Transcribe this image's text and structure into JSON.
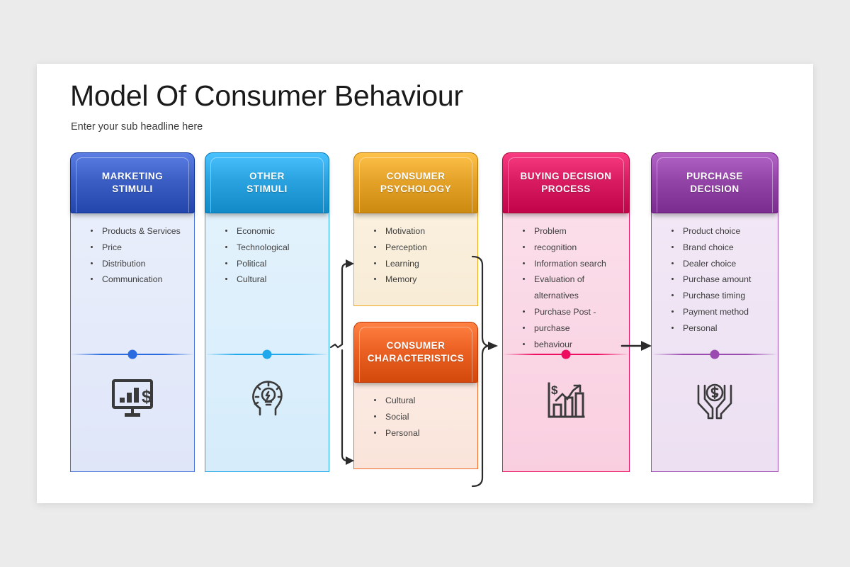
{
  "slide": {
    "title": "Model Of Consumer Behaviour",
    "subtitle": "Enter your sub headline here"
  },
  "columns": [
    {
      "id": "marketing-stimuli",
      "header": "MARKETING\nSTIMULI",
      "header_color": "#3b5fc4",
      "border_color": "#4a74d8",
      "body_top": "#e9eefb",
      "body_bottom": "#dfe6f8",
      "accent": "#2a6ce0",
      "icon": "monitor-chart-dollar-icon",
      "items": [
        {
          "text": "Products & Services",
          "bullet": true
        },
        {
          "text": "Price",
          "bullet": true
        },
        {
          "text": "Distribution",
          "bullet": true
        },
        {
          "text": "Communication",
          "bullet": true
        }
      ]
    },
    {
      "id": "other-stimuli",
      "header": "OTHER\nSTIMULI",
      "header_color": "#2aa3e0",
      "border_color": "#23a9ea",
      "body_top": "#e2f2fc",
      "body_bottom": "#d6ecfb",
      "accent": "#1fa8ec",
      "icon": "head-lightbulb-icon",
      "items": [
        {
          "text": "Economic",
          "bullet": true
        },
        {
          "text": "Technological",
          "bullet": true
        },
        {
          "text": "Political",
          "bullet": true
        },
        {
          "text": "Cultural",
          "bullet": true
        }
      ]
    },
    {
      "id": "consumer-psychology",
      "header": "CONSUMER\nPSYCHOLOGY",
      "header_color": "#e5a32a",
      "border_color": "#f0a81e",
      "body_top": "#faf0de",
      "body_bottom": "#f8ecd6",
      "accent": "#e8a627",
      "icon": "",
      "items": [
        {
          "text": "Motivation",
          "bullet": true
        },
        {
          "text": "Perception",
          "bullet": true
        },
        {
          "text": "Learning",
          "bullet": true
        },
        {
          "text": "Memory",
          "bullet": true
        }
      ]
    },
    {
      "id": "consumer-characteristics",
      "header": "CONSUMER\nCHARACTERISTICS",
      "header_color": "#ec6224",
      "border_color": "#f26a28",
      "body_top": "#fbeae2",
      "body_bottom": "#fae4da",
      "accent": "#ee6a28",
      "icon": "",
      "items": [
        {
          "text": "Cultural",
          "bullet": true
        },
        {
          "text": "Social",
          "bullet": true
        },
        {
          "text": "Personal",
          "bullet": true
        }
      ]
    },
    {
      "id": "buying-decision-process",
      "header": "BUYING DECISION\nPROCESS",
      "header_color": "#da1d62",
      "border_color": "#ec1162",
      "body_top": "#fbdeea",
      "body_bottom": "#f9cfe0",
      "accent": "#ed0e62",
      "icon": "growth-chart-dollar-icon",
      "items": [
        {
          "text": "Problem",
          "bullet": true
        },
        {
          "text": "recognition",
          "bullet": true
        },
        {
          "text": "Information search",
          "bullet": true
        },
        {
          "text": "Evaluation of",
          "bullet": true
        },
        {
          "text": "alternatives",
          "bullet": false
        },
        {
          "text": "Purchase Post -",
          "bullet": true
        },
        {
          "text": "purchase",
          "bullet": true
        },
        {
          "text": "behaviour",
          "bullet": true
        }
      ]
    },
    {
      "id": "purchase-decision",
      "header": "PURCHASE\nDECISION",
      "header_color": "#9446a8",
      "border_color": "#9b4ab0",
      "body_top": "#f1e7f5",
      "body_bottom": "#ece0f2",
      "accent": "#9b4ab0",
      "icon": "hands-coin-icon",
      "items": [
        {
          "text": "Product choice",
          "bullet": true
        },
        {
          "text": "Brand choice",
          "bullet": true
        },
        {
          "text": "Dealer choice",
          "bullet": true
        },
        {
          "text": "Purchase amount",
          "bullet": true
        },
        {
          "text": "Purchase timing",
          "bullet": true
        },
        {
          "text": "Payment method",
          "bullet": true
        },
        {
          "text": "Personal",
          "bullet": true
        }
      ]
    }
  ],
  "connectors": {
    "split_label": "branch-arrow-stimuli-to-psychology",
    "merge_label": "merge-arrow-psychology-to-buying",
    "straight_label": "arrow-buying-to-purchase"
  }
}
